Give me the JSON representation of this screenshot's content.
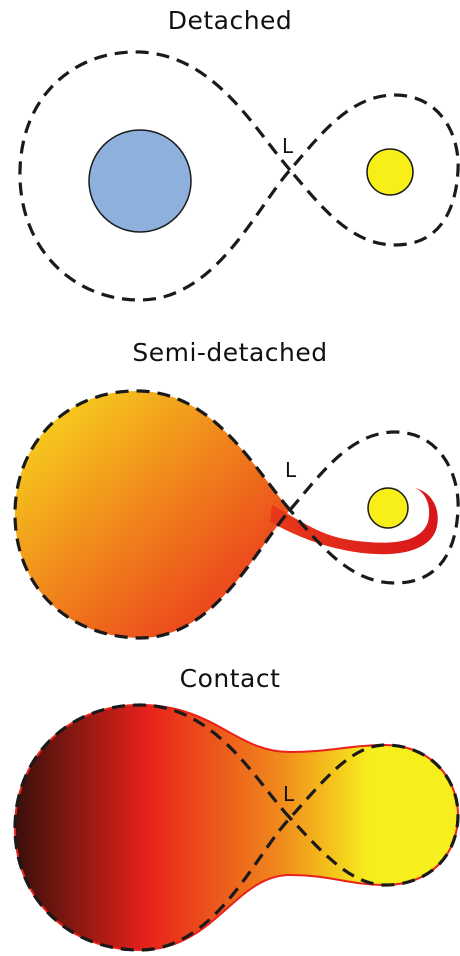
{
  "panels": {
    "detached": {
      "title": "Detached",
      "lagrange_label": "L"
    },
    "semi_detached": {
      "title": "Semi-detached",
      "lagrange_label": "L"
    },
    "contact": {
      "title": "Contact",
      "lagrange_label": "L"
    }
  },
  "colors": {
    "primary_star": "#8eb0dc",
    "secondary_star": "#f7ef17",
    "gradient_dark": "#3a0f0a",
    "gradient_red": "#e8221b",
    "gradient_orange": "#f07d1c",
    "gradient_yellow": "#f7ee1d",
    "outline": "#1a1a1a"
  }
}
